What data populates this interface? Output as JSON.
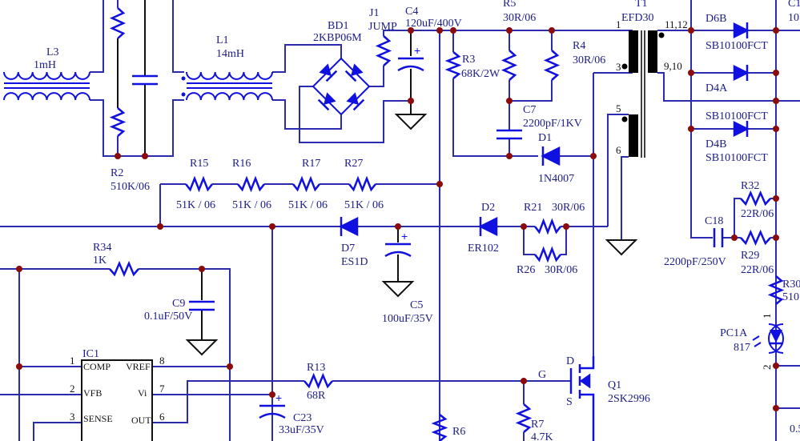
{
  "colors": {
    "wire": "#2b2bb0",
    "component": "#1010e0",
    "junction": "#8b0a0a",
    "ground": "#111111",
    "label": "#1c1c8a"
  },
  "components": {
    "L3": {
      "ref": "L3",
      "value": "1mH"
    },
    "R2": {
      "ref": "R2",
      "value": "510K/06"
    },
    "L1": {
      "ref": "L1",
      "value": "14mH"
    },
    "BD1": {
      "ref": "BD1",
      "value": "2KBP06M"
    },
    "J1": {
      "ref": "J1",
      "value": "JUMP"
    },
    "C4": {
      "ref": "C4",
      "value": "120uF/400V"
    },
    "R5": {
      "ref": "R5",
      "value": "30R/06"
    },
    "R3": {
      "ref": "R3",
      "value": "68K/2W"
    },
    "R4": {
      "ref": "R4",
      "value": "30R/06"
    },
    "C7": {
      "ref": "C7",
      "value": "2200pF/1KV"
    },
    "D1": {
      "ref": "D1",
      "value": "1N4007"
    },
    "T1": {
      "ref": "T1",
      "value": "EFD30",
      "pins": [
        "1",
        "3",
        "5",
        "6",
        "11,12",
        "9,10"
      ]
    },
    "D6B": {
      "ref": "D6B",
      "value": "SB10100FCT"
    },
    "D4A": {
      "ref": "D4A",
      "value": "SB10100FCT"
    },
    "D4B": {
      "ref": "D4B",
      "value": "SB10100FCT"
    },
    "C1": {
      "ref": "C1",
      "value": "10"
    },
    "R15": {
      "ref": "R15",
      "value": "51K / 06"
    },
    "R16": {
      "ref": "R16",
      "value": "51K / 06"
    },
    "R17": {
      "ref": "R17",
      "value": "51K / 06"
    },
    "R27": {
      "ref": "R27",
      "value": "51K / 06"
    },
    "D7": {
      "ref": "D7",
      "value": "ES1D"
    },
    "D2": {
      "ref": "D2",
      "value": "ER102"
    },
    "R21": {
      "ref": "R21",
      "value": "30R/06"
    },
    "R26": {
      "ref": "R26",
      "value": "30R/06"
    },
    "C5": {
      "ref": "C5",
      "value": "100uF/35V"
    },
    "R32": {
      "ref": "R32",
      "value": "22R/06"
    },
    "C18": {
      "ref": "C18",
      "value": "2200pF/250V"
    },
    "R29": {
      "ref": "R29",
      "value": "22R/06"
    },
    "R30": {
      "ref": "R30",
      "value": "510"
    },
    "PC1A": {
      "ref": "PC1A",
      "value": "817",
      "pins": [
        "1",
        "2"
      ]
    },
    "R34": {
      "ref": "R34",
      "value": "1K"
    },
    "C9": {
      "ref": "C9",
      "value": "0.1uF/50V"
    },
    "IC1": {
      "ref": "IC1",
      "pins_left": [
        {
          "num": "1",
          "name": "COMP"
        },
        {
          "num": "2",
          "name": "VFB"
        },
        {
          "num": "3",
          "name": "SENSE"
        }
      ],
      "pins_right": [
        {
          "num": "8",
          "name": "VREF"
        },
        {
          "num": "7",
          "name": "Vi"
        },
        {
          "num": "6",
          "name": "OUT"
        }
      ]
    },
    "R13": {
      "ref": "R13",
      "value": "68R"
    },
    "C23": {
      "ref": "C23",
      "value": "33uF/35V"
    },
    "Q1": {
      "ref": "Q1",
      "value": "2SK2996",
      "pins": [
        "G",
        "D",
        "S"
      ]
    },
    "R7": {
      "ref": "R7",
      "value": "4.7K"
    },
    "R6": {
      "ref": "R6"
    },
    "partial": {
      "right_edge_value": "0.5"
    }
  }
}
